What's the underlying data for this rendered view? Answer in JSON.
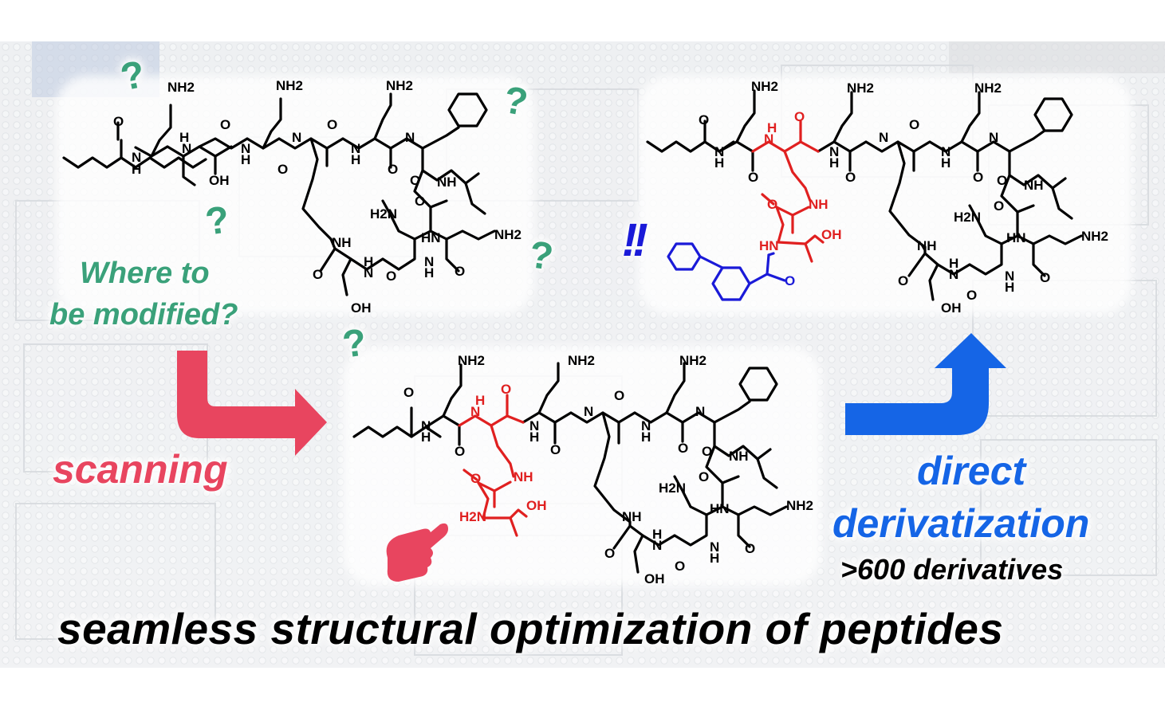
{
  "labels": {
    "where_line1": "Where to",
    "where_line2": "be modified?",
    "scanning": "scanning",
    "direct": "direct",
    "derivatization": "derivatization",
    "derivatives_count": ">600 derivatives",
    "bottom_title": "seamless structural optimization of peptides",
    "exclaim": "!!",
    "question_mark": "?"
  },
  "atoms": {
    "nh2": "NH2",
    "h2n": "H2N",
    "nh": "NH",
    "hn": "HN",
    "n": "N",
    "h": "H",
    "o": "O",
    "oh": "OH"
  },
  "colors": {
    "question_green": "#3aa17a",
    "scanning_red": "#e8455f",
    "derivatization_blue": "#1565e6",
    "modified_red": "#e02020",
    "biphenyl_blue": "#1a1ad8",
    "structure_black": "#000000"
  },
  "icons": [
    "tray-photo-background",
    "curved-arrow-right-icon",
    "curved-arrow-up-icon",
    "pointing-hand-icon",
    "benzene-ring-icon"
  ]
}
